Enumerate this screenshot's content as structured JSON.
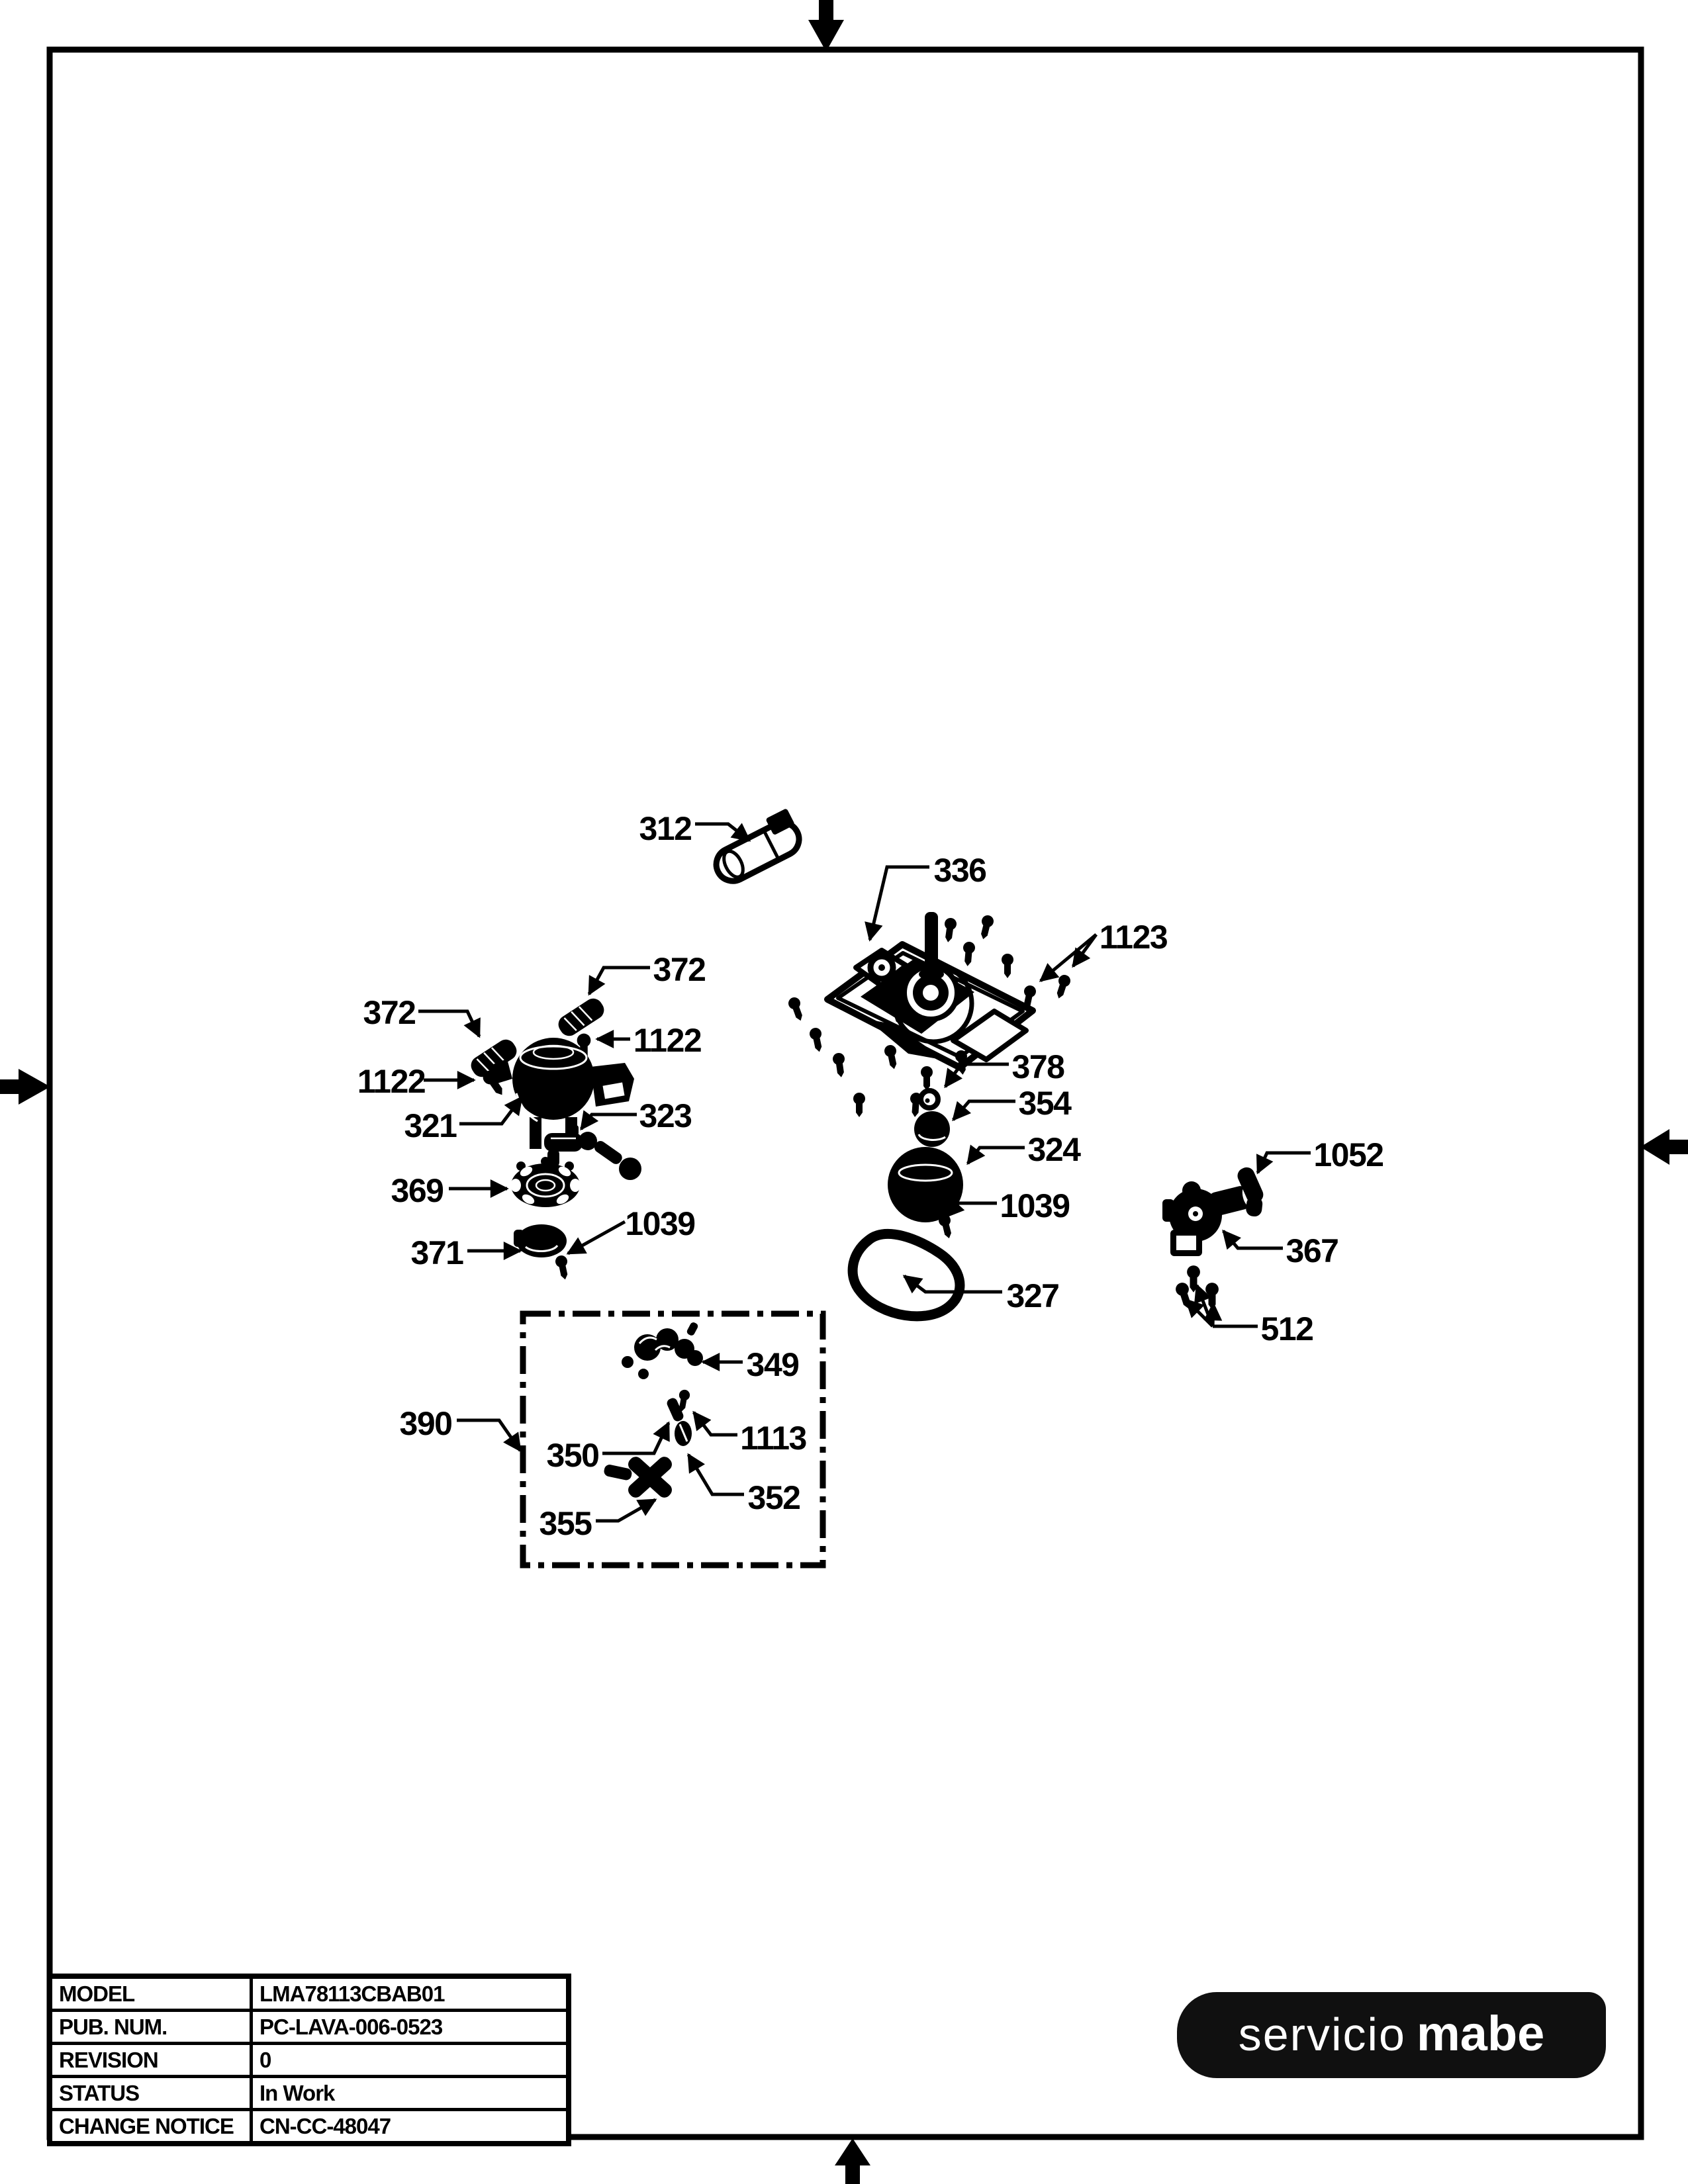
{
  "colors": {
    "ink": "#000000",
    "paper": "#ffffff",
    "logo_bg": "#101010",
    "logo_fg": "#ffffff"
  },
  "callouts": [
    {
      "text": "312"
    },
    {
      "text": "336"
    },
    {
      "text": "1123"
    },
    {
      "text": "372"
    },
    {
      "text": "372"
    },
    {
      "text": "1122"
    },
    {
      "text": "1122"
    },
    {
      "text": "321"
    },
    {
      "text": "323"
    },
    {
      "text": "369"
    },
    {
      "text": "371"
    },
    {
      "text": "1039"
    },
    {
      "text": "378"
    },
    {
      "text": "354"
    },
    {
      "text": "324"
    },
    {
      "text": "1039"
    },
    {
      "text": "327"
    },
    {
      "text": "1052"
    },
    {
      "text": "367"
    },
    {
      "text": "512"
    },
    {
      "text": "390"
    },
    {
      "text": "349"
    },
    {
      "text": "1113"
    },
    {
      "text": "350"
    },
    {
      "text": "352"
    },
    {
      "text": "355"
    }
  ],
  "title_block": {
    "rows": [
      {
        "label": "MODEL",
        "value": "LMA78113CBAB01"
      },
      {
        "label": "PUB. NUM.",
        "value": "PC-LAVA-006-0523"
      },
      {
        "label": "REVISION",
        "value": "0"
      },
      {
        "label": "STATUS",
        "value": "In Work"
      },
      {
        "label": "CHANGE NOTICE",
        "value": "CN-CC-48047"
      }
    ]
  },
  "logo": {
    "servicio": "servicio",
    "mabe": "mabe"
  }
}
